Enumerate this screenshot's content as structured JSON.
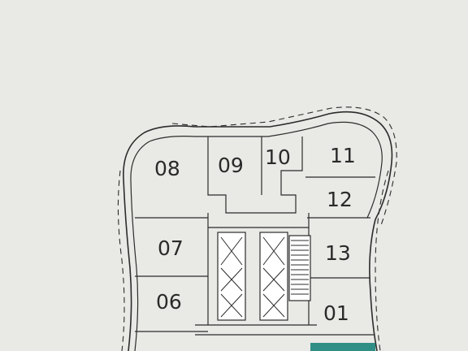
{
  "units": [
    {
      "id": "u08",
      "label": "08"
    },
    {
      "id": "u09",
      "label": "09"
    },
    {
      "id": "u10",
      "label": "10"
    },
    {
      "id": "u11",
      "label": "11"
    },
    {
      "id": "u12",
      "label": "12"
    },
    {
      "id": "u07",
      "label": "07"
    },
    {
      "id": "u13",
      "label": "13"
    },
    {
      "id": "u06",
      "label": "06"
    },
    {
      "id": "u01",
      "label": "01"
    }
  ],
  "colors": {
    "background": "#e9e9e6",
    "line": "#2c2c2c",
    "highlight": "#2f8f86"
  }
}
